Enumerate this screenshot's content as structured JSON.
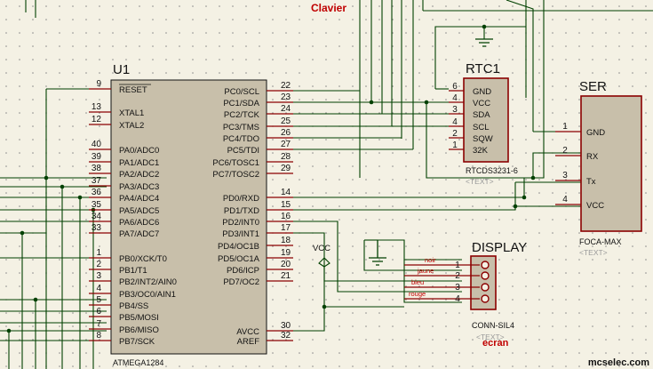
{
  "title": "Clavier",
  "ecran_label": "ecran",
  "watermark": "mcselec.com",
  "vcc_label": "VCC",
  "colors": {
    "wire": "#004000",
    "pin": "#8b0000",
    "body": "#c8bfaa",
    "text": "#111111",
    "red": "#c00000",
    "background": "#f4f1e4"
  },
  "u1": {
    "ref": "U1",
    "part": "ATMEGA1284",
    "left_pins": [
      {
        "num": "9",
        "name": "RESET"
      },
      {
        "num": "13",
        "name": "XTAL1"
      },
      {
        "num": "12",
        "name": "XTAL2"
      },
      {
        "num": "40",
        "name": "PA0/ADC0"
      },
      {
        "num": "39",
        "name": "PA1/ADC1"
      },
      {
        "num": "38",
        "name": "PA2/ADC2"
      },
      {
        "num": "37",
        "name": "PA3/ADC3"
      },
      {
        "num": "36",
        "name": "PA4/ADC4"
      },
      {
        "num": "35",
        "name": "PA5/ADC5"
      },
      {
        "num": "34",
        "name": "PA6/ADC6"
      },
      {
        "num": "33",
        "name": "PA7/ADC7"
      },
      {
        "num": "1",
        "name": "PB0/XCK/T0"
      },
      {
        "num": "2",
        "name": "PB1/T1"
      },
      {
        "num": "3",
        "name": "PB2/INT2/AIN0"
      },
      {
        "num": "4",
        "name": "PB3/OC0/AIN1"
      },
      {
        "num": "5",
        "name": "PB4/SS"
      },
      {
        "num": "6",
        "name": "PB5/MOSI"
      },
      {
        "num": "7",
        "name": "PB6/MISO"
      },
      {
        "num": "8",
        "name": "PB7/SCK"
      }
    ],
    "right_pins": [
      {
        "num": "22",
        "name": "PC0/SCL"
      },
      {
        "num": "23",
        "name": "PC1/SDA"
      },
      {
        "num": "24",
        "name": "PC2/TCK"
      },
      {
        "num": "25",
        "name": "PC3/TMS"
      },
      {
        "num": "26",
        "name": "PC4/TDO"
      },
      {
        "num": "27",
        "name": "PC5/TDI"
      },
      {
        "num": "28",
        "name": "PC6/TOSC1"
      },
      {
        "num": "29",
        "name": "PC7/TOSC2"
      },
      {
        "num": "14",
        "name": "PD0/RXD"
      },
      {
        "num": "15",
        "name": "PD1/TXD"
      },
      {
        "num": "16",
        "name": "PD2/INT0"
      },
      {
        "num": "17",
        "name": "PD3/INT1"
      },
      {
        "num": "18",
        "name": "PD4/OC1B"
      },
      {
        "num": "19",
        "name": "PD5/OC1A"
      },
      {
        "num": "20",
        "name": "PD6/ICP"
      },
      {
        "num": "21",
        "name": "PD7/OC2"
      },
      {
        "num": "30",
        "name": "AVCC"
      },
      {
        "num": "32",
        "name": "AREF"
      }
    ]
  },
  "rtc": {
    "ref": "RTC1",
    "part": "RTCDS3231-6",
    "text": "<TEXT>",
    "pins": [
      {
        "num": "6",
        "name": "GND"
      },
      {
        "num": "4",
        "name": "VCC"
      },
      {
        "num": "3",
        "name": "SDA"
      },
      {
        "num": "4",
        "name": "SCL"
      },
      {
        "num": "2",
        "name": "SQW"
      },
      {
        "num": "1",
        "name": "32K"
      }
    ]
  },
  "ser": {
    "ref": "SER",
    "part": "FOCA-MAX",
    "text": "<TEXT>",
    "pins": [
      {
        "num": "1",
        "name": "GND"
      },
      {
        "num": "2",
        "name": "RX"
      },
      {
        "num": "3",
        "name": "Tx"
      },
      {
        "num": "4",
        "name": "VCC"
      }
    ]
  },
  "display": {
    "ref": "DISPLAY",
    "part": "CONN-SIL4",
    "text": "<TEXT>",
    "pins": [
      {
        "num": "1",
        "net": "noir"
      },
      {
        "num": "2",
        "net": "jaune"
      },
      {
        "num": "3",
        "net": "bleu"
      },
      {
        "num": "4",
        "net": "rouge"
      }
    ]
  }
}
